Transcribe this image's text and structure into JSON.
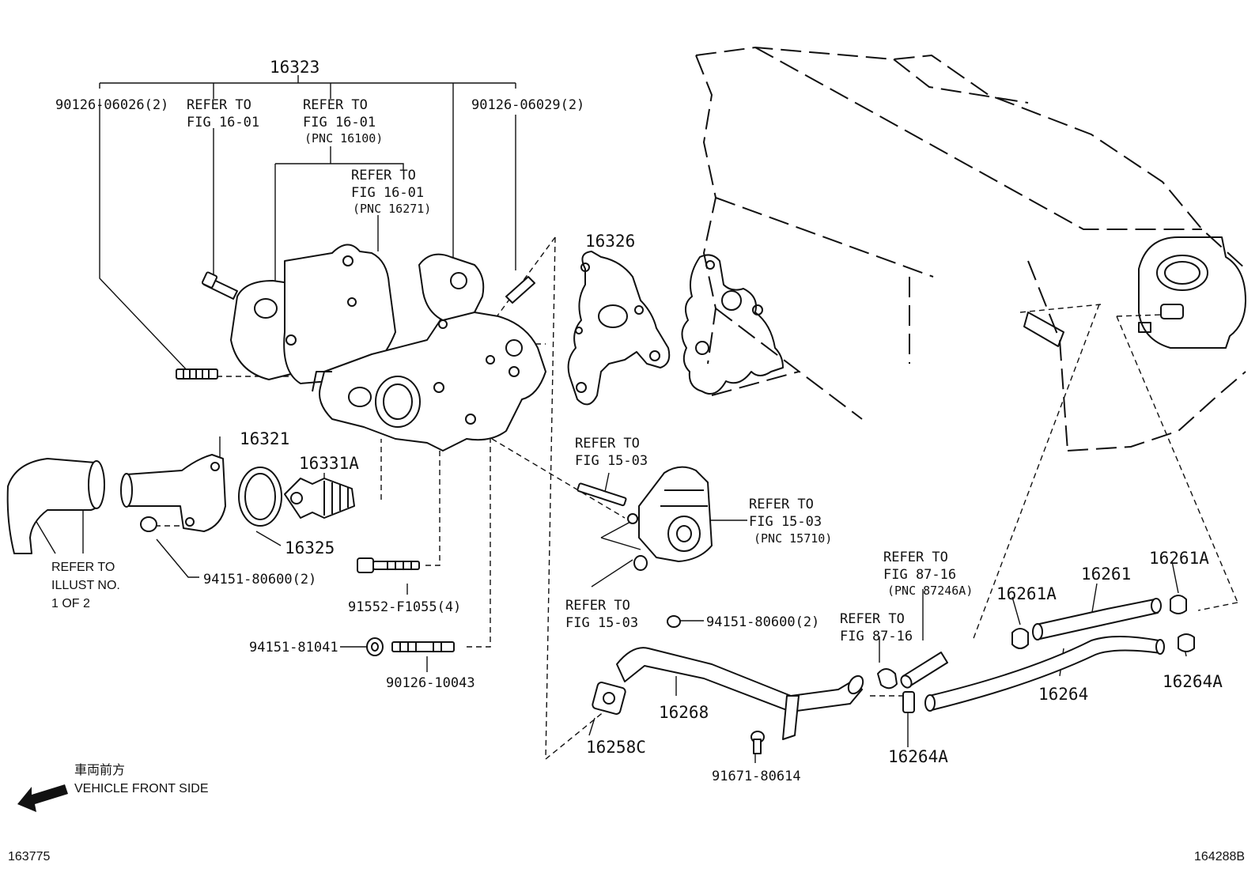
{
  "labels": {
    "p16323": "16323",
    "p90126_06026": "90126-06026(2)",
    "ref1_a": "REFER TO",
    "ref1_b": "FIG 16-01",
    "ref2_a": "REFER TO",
    "ref2_b": "FIG 16-01",
    "ref2_c": "(PNC 16100)",
    "ref3_a": "REFER TO",
    "ref3_b": "FIG 16-01",
    "ref3_c": "(PNC 16271)",
    "p90126_06029": "90126-06029(2)",
    "p16326": "16326",
    "p16321": "16321",
    "p16331A": "16331A",
    "p16325": "16325",
    "ref_illust_a": "REFER TO",
    "ref_illust_b": "ILLUST NO.",
    "ref_illust_c": "1 OF 2",
    "p94151_80600_a": "94151-80600(2)",
    "p91552": "91552-F1055(4)",
    "p94151_81041": "94151-81041",
    "p90126_10043": "90126-10043",
    "ref4_a": "REFER TO",
    "ref4_b": "FIG 15-03",
    "ref5_a": "REFER TO",
    "ref5_b": "FIG 15-03",
    "ref5_c": "(PNC 15710)",
    "ref6_a": "REFER TO",
    "ref6_b": "FIG 15-03",
    "p94151_80600_b": "94151-80600(2)",
    "ref7_a": "REFER TO",
    "ref7_b": "FIG 87-16",
    "ref7_c": "(PNC 87246A)",
    "ref8_a": "REFER TO",
    "ref8_b": "FIG 87-16",
    "p16261A_a": "16261A",
    "p16261": "16261",
    "p16261A_b": "16261A",
    "p16264": "16264",
    "p16264A_a": "16264A",
    "p16264A_b": "16264A",
    "p16268": "16268",
    "p16258C": "16258C",
    "p91671": "91671-80614",
    "front_jp": "車両前方",
    "front_en": "VEHICLE FRONT SIDE",
    "code_left": "163775",
    "code_right": "164288B"
  }
}
